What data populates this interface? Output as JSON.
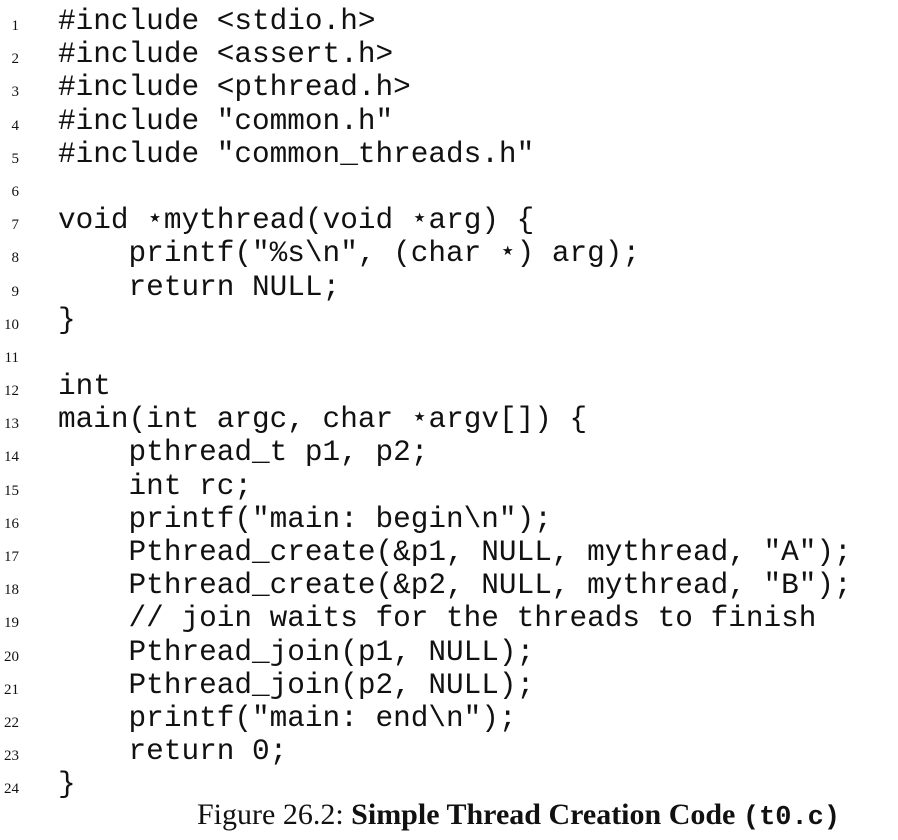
{
  "code": {
    "lines": [
      {
        "number": "1",
        "text": "#include <stdio.h>"
      },
      {
        "number": "2",
        "text": "#include <assert.h>"
      },
      {
        "number": "3",
        "text": "#include <pthread.h>"
      },
      {
        "number": "4",
        "text": "#include \"common.h\""
      },
      {
        "number": "5",
        "text": "#include \"common_threads.h\""
      },
      {
        "number": "6",
        "text": ""
      },
      {
        "number": "7",
        "text": "void ⋆mythread(void ⋆arg) {"
      },
      {
        "number": "8",
        "text": "    printf(\"%s\\n\", (char ⋆) arg);"
      },
      {
        "number": "9",
        "text": "    return NULL;"
      },
      {
        "number": "10",
        "text": "}"
      },
      {
        "number": "11",
        "text": ""
      },
      {
        "number": "12",
        "text": "int"
      },
      {
        "number": "13",
        "text": "main(int argc, char ⋆argv[]) {"
      },
      {
        "number": "14",
        "text": "    pthread_t p1, p2;"
      },
      {
        "number": "15",
        "text": "    int rc;"
      },
      {
        "number": "16",
        "text": "    printf(\"main: begin\\n\");"
      },
      {
        "number": "17",
        "text": "    Pthread_create(&p1, NULL, mythread, \"A\");"
      },
      {
        "number": "18",
        "text": "    Pthread_create(&p2, NULL, mythread, \"B\");"
      },
      {
        "number": "19",
        "text": "    // join waits for the threads to finish"
      },
      {
        "number": "20",
        "text": "    Pthread_join(p1, NULL);"
      },
      {
        "number": "21",
        "text": "    Pthread_join(p2, NULL);"
      },
      {
        "number": "22",
        "text": "    printf(\"main: end\\n\");"
      },
      {
        "number": "23",
        "text": "    return 0;"
      },
      {
        "number": "24",
        "text": "}"
      }
    ]
  },
  "caption": {
    "label": "Figure 26.2: ",
    "title": "Simple Thread Creation Code ",
    "filename": "(t0.c)"
  }
}
